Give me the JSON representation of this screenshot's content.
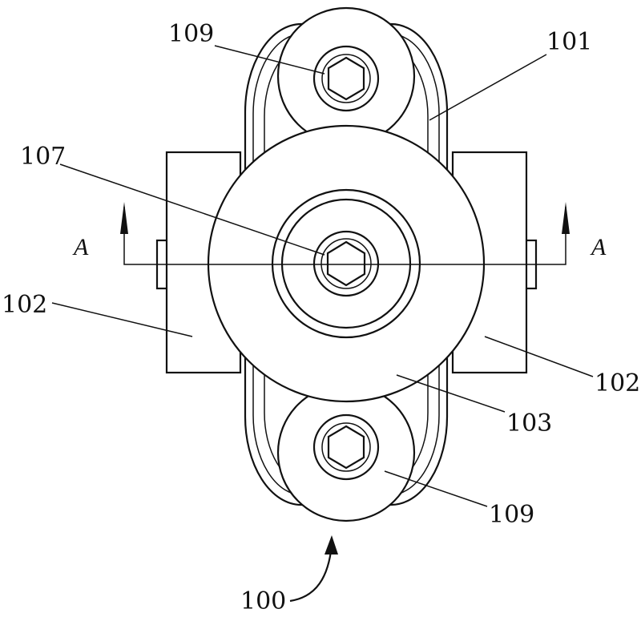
{
  "figure": {
    "labels": {
      "roller_top": "109",
      "belt": "101",
      "center_bolt": "107",
      "side_block_left": "102",
      "side_block_right": "102",
      "main_wheel": "103",
      "roller_bottom": "109",
      "assembly": "100"
    },
    "section": {
      "left": "A",
      "right": "A"
    }
  }
}
